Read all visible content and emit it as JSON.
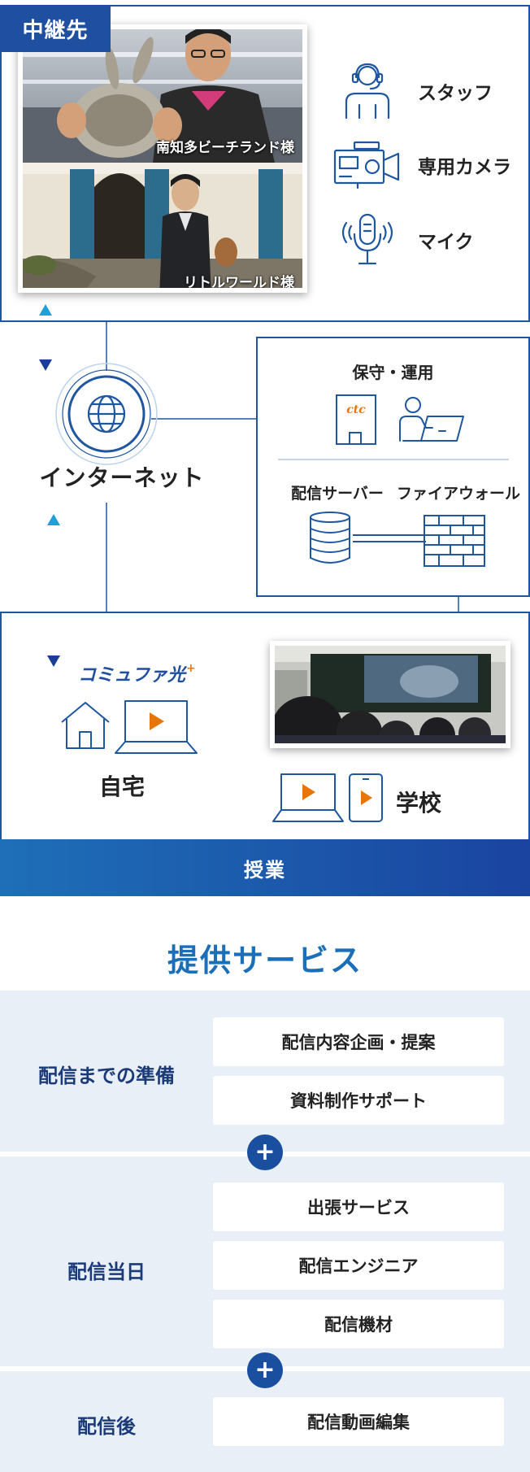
{
  "relay": {
    "tag": "中継先",
    "photos": [
      {
        "caption": "南知多ビーチランド様"
      },
      {
        "caption": "リトルワールド様"
      }
    ],
    "equipment": [
      {
        "icon": "staff-headset-icon",
        "label": "スタッフ"
      },
      {
        "icon": "video-camera-icon",
        "label": "専用カメラ"
      },
      {
        "icon": "microphone-icon",
        "label": "マイク"
      }
    ]
  },
  "internet": {
    "label": "インターネット",
    "icon": "globe-icon"
  },
  "server": {
    "maintenance_label": "保守・運用",
    "ctc_logo": "ctc",
    "server_label": "配信サーバー",
    "firewall_label": "ファイアウォール"
  },
  "lesson": {
    "commufa_logo": "コミュファ光",
    "home_label": "自宅",
    "school_label": "学校",
    "bar_label": "授業"
  },
  "services": {
    "title": "提供サービス",
    "groups": [
      {
        "category": "配信までの準備",
        "items": [
          "配信内容企画・提案",
          "資料制作サポート"
        ]
      },
      {
        "category": "配信当日",
        "items": [
          "出張サービス",
          "配信エンジニア",
          "配信機材"
        ]
      },
      {
        "category": "配信後",
        "items": [
          "配信動画編集"
        ]
      }
    ],
    "plus_symbol": "+"
  },
  "colors": {
    "brand_blue": "#1e56a0",
    "accent_orange": "#e8750a",
    "title_blue": "#1a6fb8",
    "service_band": "#e9eff7"
  }
}
